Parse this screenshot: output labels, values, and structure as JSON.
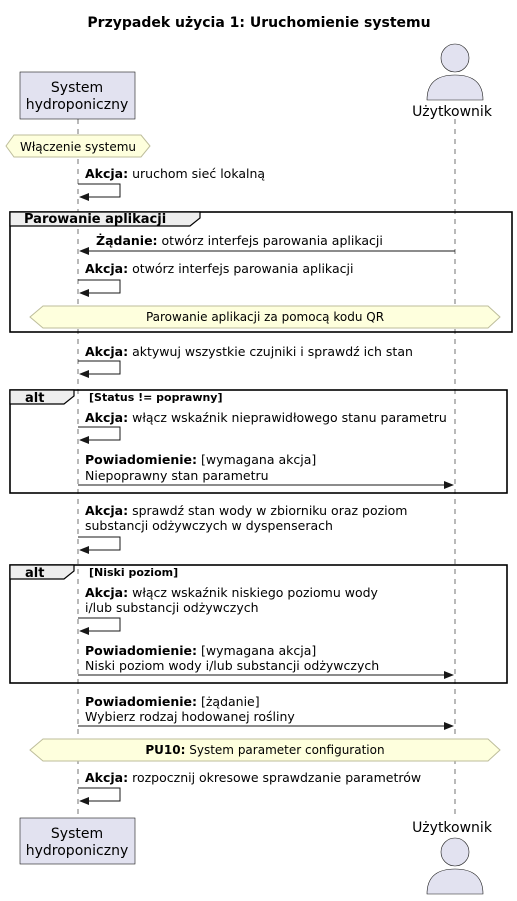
{
  "title": "Przypadek użycia 1: Uruchomienie systemu",
  "participants": {
    "system": {
      "line1": "System",
      "line2": "hydroponiczny"
    },
    "user": {
      "label": "Użytkownik"
    }
  },
  "steps": {
    "start_divider": "Włączenie systemu",
    "m1": {
      "bold": "Akcja:",
      "text": " uruchom sieć lokalną"
    },
    "group_pairing": "Parowanie aplikacji",
    "m2": {
      "bold": "Żądanie:",
      "text": " otwórz interfejs parowania aplikacji"
    },
    "m3": {
      "bold": "Akcja:",
      "text": " otwórz interfejs parowania aplikacji"
    },
    "qr_divider": "Parowanie aplikacji za pomocą kodu QR",
    "m4": {
      "bold": "Akcja:",
      "text": " aktywuj wszystkie czujniki i sprawdź ich stan"
    },
    "alt1": {
      "label": "alt",
      "guard": "[Status != poprawny]"
    },
    "m5": {
      "bold": "Akcja:",
      "text": " włącz wskaźnik nieprawidłowego stanu parametru"
    },
    "m6": {
      "bold": "Powiadomienie:",
      "text": " [wymagana akcja]",
      "line2": "Niepoprawny stan parametru"
    },
    "m7": {
      "bold": "Akcja:",
      "text": " sprawdź stan wody w zbiorniku oraz poziom",
      "line2": "substancji odżywczych w dyspenserach"
    },
    "alt2": {
      "label": "alt",
      "guard": "[Niski poziom]"
    },
    "m8": {
      "bold": "Akcja:",
      "text": " włącz wskaźnik niskiego poziomu wody",
      "line2": "i/lub substancji odżywczych"
    },
    "m9": {
      "bold": "Powiadomienie:",
      "text": " [wymagana akcja]",
      "line2": "Niski poziom wody i/lub substancji odżywczych"
    },
    "m10": {
      "bold": "Powiadomienie:",
      "text": " [żądanie]",
      "line2": "Wybierz rodzaj hodowanej rośliny"
    },
    "pu10_divider": {
      "bold": "PU10:",
      "text": " System parameter configuration"
    },
    "m11": {
      "bold": "Akcja:",
      "text": " rozpocznij okresowe sprawdzanie parametrów"
    }
  },
  "colors": {
    "participant_fill": "#E2E2F0",
    "divider_fill": "#FEFFDD",
    "divider_border": "#BDBD9B",
    "frame_tab_fill": "#EEEEEE"
  }
}
